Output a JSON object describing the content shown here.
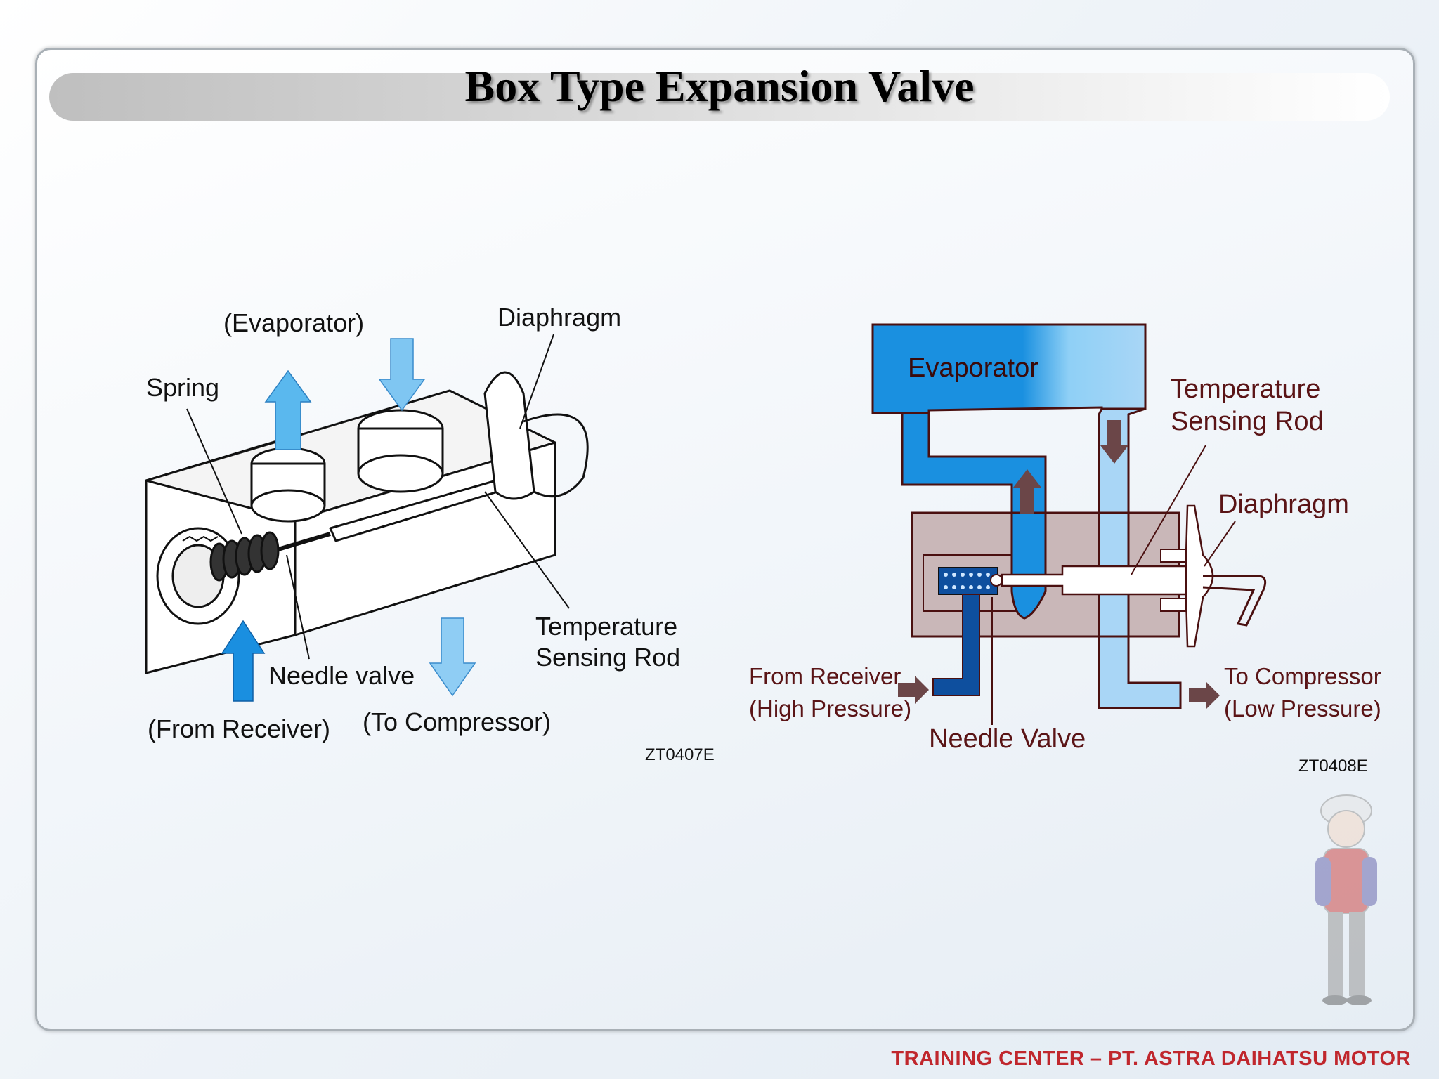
{
  "title": "Box Type Expansion Valve",
  "footer": "TRAINING CENTER – PT. ASTRA DAIHATSU MOTOR",
  "colors": {
    "arrow_blue_dark": "#1a8fe0",
    "arrow_blue_light": "#7fc6f2",
    "evaporator_blue": "#1a90e0",
    "pale_blue": "#a9d6f6",
    "label_dark_red": "#5a1416",
    "valve_body": "#c9b7b8",
    "flow_arrow": "#6b4648",
    "footer_red": "#c0272d"
  },
  "left_diagram": {
    "labels": {
      "evaporator": "(Evaporator)",
      "diaphragm": "Diaphragm",
      "spring": "Spring",
      "temp_rod_line1": "Temperature",
      "temp_rod_line2": "Sensing Rod",
      "needle_valve": "Needle valve",
      "from_receiver": "(From Receiver)",
      "to_compressor": "(To Compressor)"
    },
    "code": "ZT0407E"
  },
  "right_diagram": {
    "labels": {
      "evaporator": "Evaporator",
      "temp_rod_line1": "Temperature",
      "temp_rod_line2": "Sensing Rod",
      "diaphragm": "Diaphragm",
      "from_receiver_line1": "From Receiver",
      "from_receiver_line2": "(High Pressure)",
      "to_compressor_line1": "To Compressor",
      "to_compressor_line2": "(Low Pressure)",
      "needle_valve": "Needle Valve"
    },
    "code": "ZT0408E"
  }
}
